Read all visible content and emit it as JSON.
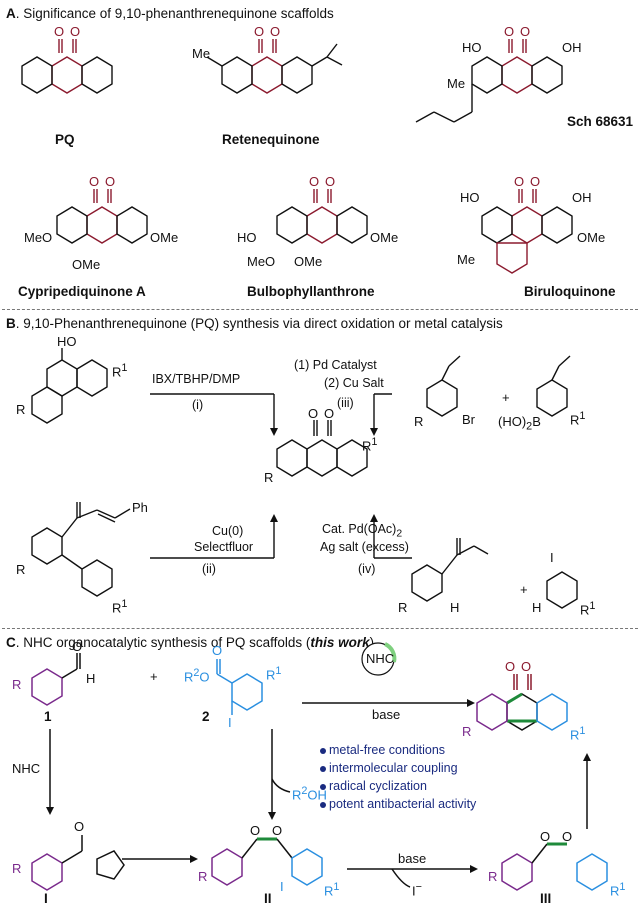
{
  "colors": {
    "quinone": "#8b1a2e",
    "purple": "#7a2a8c",
    "blue": "#2a8fe0",
    "green": "#1e8a3a",
    "bullet_text": "#1a2b80"
  },
  "panelA": {
    "letter": "A",
    "title": ". Significance of  9,10-phenanthrenequinone scaffolds",
    "compounds": [
      "PQ",
      "Retenequinone",
      "Sch 68631",
      "Cypripediquinone A",
      "Bulbophyllanthrone",
      "Biruloquinone"
    ],
    "atoms": {
      "me": "Me",
      "ho": "HO",
      "oh": "OH",
      "meo": "MeO",
      "ome": "OMe",
      "o": "O"
    }
  },
  "panelB": {
    "letter": "B",
    "title": ". 9,10-Phenanthrenequinone (PQ) synthesis via direct oxidation or metal catalysis",
    "cond_i": "IBX/TBHP/DMP",
    "cond_i_tag": "(i)",
    "cond_iii_1": "(1) Pd Catalyst",
    "cond_iii_2": "(2) Cu Salt",
    "cond_iii_tag": "(iii)",
    "cond_ii_1": "Cu(0)",
    "cond_ii_2": "Selectfluor",
    "cond_ii_tag": "(ii)",
    "cond_iv_1": "Cat. Pd(OAc)",
    "cond_iv_sub": "2",
    "cond_iv_2": "Ag salt (excess)",
    "cond_iv_tag": "(iv)",
    "atoms": {
      "r": "R",
      "r1": "R",
      "r1_sup": "1",
      "br": "Br",
      "b": "(HO)",
      "b2": "B",
      "i": "I",
      "h": "H",
      "ph": "Ph",
      "plus": "+"
    }
  },
  "panelC": {
    "letter": "C",
    "title_pre": ". NHC organocatalytic synthesis of PQ scaffolds (",
    "title_em": "this work",
    "title_post": ")",
    "catalyst": "NHC",
    "base": "base",
    "nhc_left": "NHC",
    "base2": "base",
    "iodide": "I",
    "r2oh": "R",
    "r2oh_sup": "2",
    "r2oh_post": "OH",
    "labels": {
      "c1": "1",
      "c2": "2",
      "cI": "I",
      "cII": "II",
      "cIII": "III"
    },
    "bullets": [
      "metal-free conditions",
      "intermolecular coupling",
      "radical cyclization",
      "potent antibacterial activity"
    ]
  }
}
